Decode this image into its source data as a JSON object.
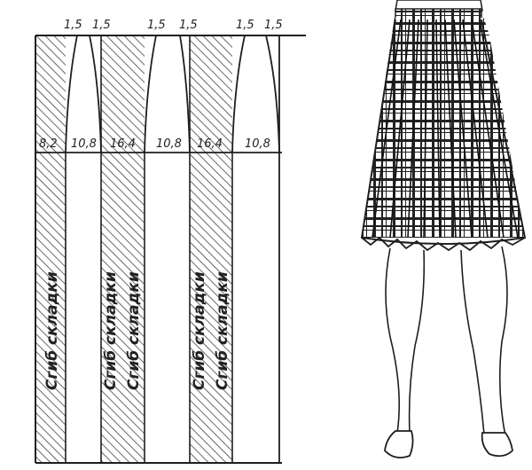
{
  "top_allowances": [
    "1,5",
    "1,5",
    "1,5",
    "1,5",
    "1,5",
    "1,5"
  ],
  "hip_widths": [
    "8,2",
    "10,8",
    "16,4",
    "10,8",
    "16,4",
    "10,8"
  ],
  "fold_label": "Сгиб складки",
  "colors": {
    "ink": "#1e1e1e",
    "hatch": "#3a3a3a",
    "paper": "#ffffff",
    "plaid": "#2a2a2a"
  },
  "illustration": {
    "subject": "pleated-plaid-skirt-figure"
  }
}
